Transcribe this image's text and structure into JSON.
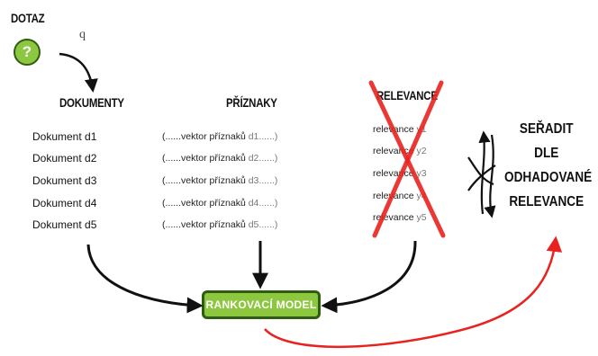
{
  "query": {
    "title": "DOTAZ",
    "badge": "?",
    "variable": "q"
  },
  "columns": {
    "documents": "DOKUMENTY",
    "features": "PŘÍZNAKY",
    "relevance": "RELEVANCE"
  },
  "documents": [
    "Dokument d1",
    "Dokument d2",
    "Dokument d3",
    "Dokument d4",
    "Dokument d5"
  ],
  "feature_vectors": [
    {
      "prefix": "(......vektor příznaků",
      "subscript": "d1......)"
    },
    {
      "prefix": "(......vektor příznaků",
      "subscript": "d2......)"
    },
    {
      "prefix": "(......vektor příznaků",
      "subscript": "d3......)"
    },
    {
      "prefix": "(......vektor příznaků",
      "subscript": "d4......)"
    },
    {
      "prefix": "(......vektor příznaků",
      "subscript": "d5......)"
    }
  ],
  "relevances": [
    {
      "label": "relevance",
      "var": "y1"
    },
    {
      "label": "relevance",
      "var": "y2"
    },
    {
      "label": "relevance",
      "var": "y3"
    },
    {
      "label": "relevance",
      "var": "y4"
    },
    {
      "label": "relevance",
      "var": "y5"
    }
  ],
  "sort_label": [
    "SEŘADIT",
    "DLE",
    "ODHADOVANÉ",
    "RELEVANCE"
  ],
  "model": {
    "label": "RANKOVACÍ MODEL"
  },
  "colors": {
    "green": "#8dc63f",
    "dark_green": "#2e5d12",
    "red": "#e8231f"
  }
}
